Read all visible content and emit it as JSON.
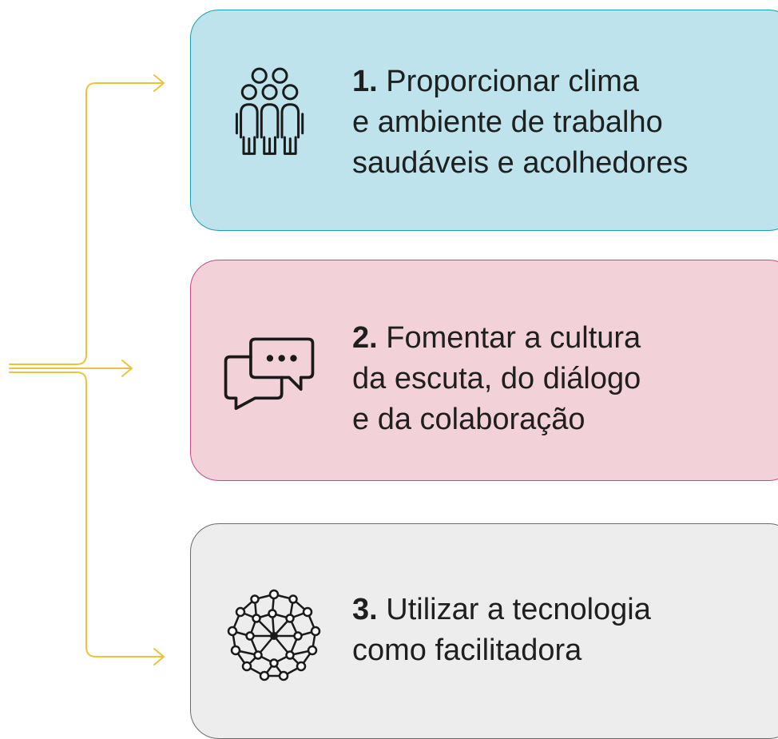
{
  "colors": {
    "connector": "#EBC33C",
    "card_1_fill": "#BEE3EC",
    "card_1_border": "#1A9DAE",
    "card_2_fill": "#F2D1D9",
    "card_2_border": "#C24B86",
    "card_3_fill": "#EDEDED",
    "card_3_border": "#6B6B6B",
    "icon_stroke": "#1A1A1A"
  },
  "cards": [
    {
      "number": "1.",
      "lines": [
        "Proporcionar clima",
        "e ambiente de trabalho",
        "saudáveis e acolhedores"
      ],
      "icon": "people-group-icon"
    },
    {
      "number": "2.",
      "lines": [
        "Fomentar a cultura",
        "da escuta, do diálogo",
        "e da colaboração"
      ],
      "icon": "chat-bubbles-icon"
    },
    {
      "number": "3.",
      "lines": [
        "Utilizar a tecnologia",
        "como facilitadora"
      ],
      "icon": "network-sphere-icon"
    }
  ]
}
